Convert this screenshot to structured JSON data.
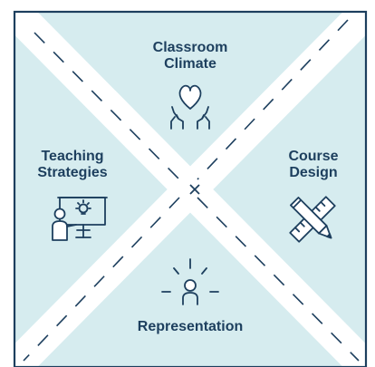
{
  "diagram": {
    "top": {
      "line1": "Classroom",
      "line2": "Climate",
      "icon": "heart-hands-icon"
    },
    "left": {
      "line1": "Teaching",
      "line2": "Strategies",
      "icon": "teacher-presentation-icon"
    },
    "right": {
      "line1": "Course",
      "line2": "Design",
      "icon": "pencil-ruler-icon"
    },
    "bottom": {
      "line1": "Representation",
      "icon": "spotlight-person-icon"
    },
    "center_mark": "×",
    "colors": {
      "fill": "#d6ecef",
      "stroke": "#1d3f5e",
      "band": "#ffffff"
    }
  }
}
